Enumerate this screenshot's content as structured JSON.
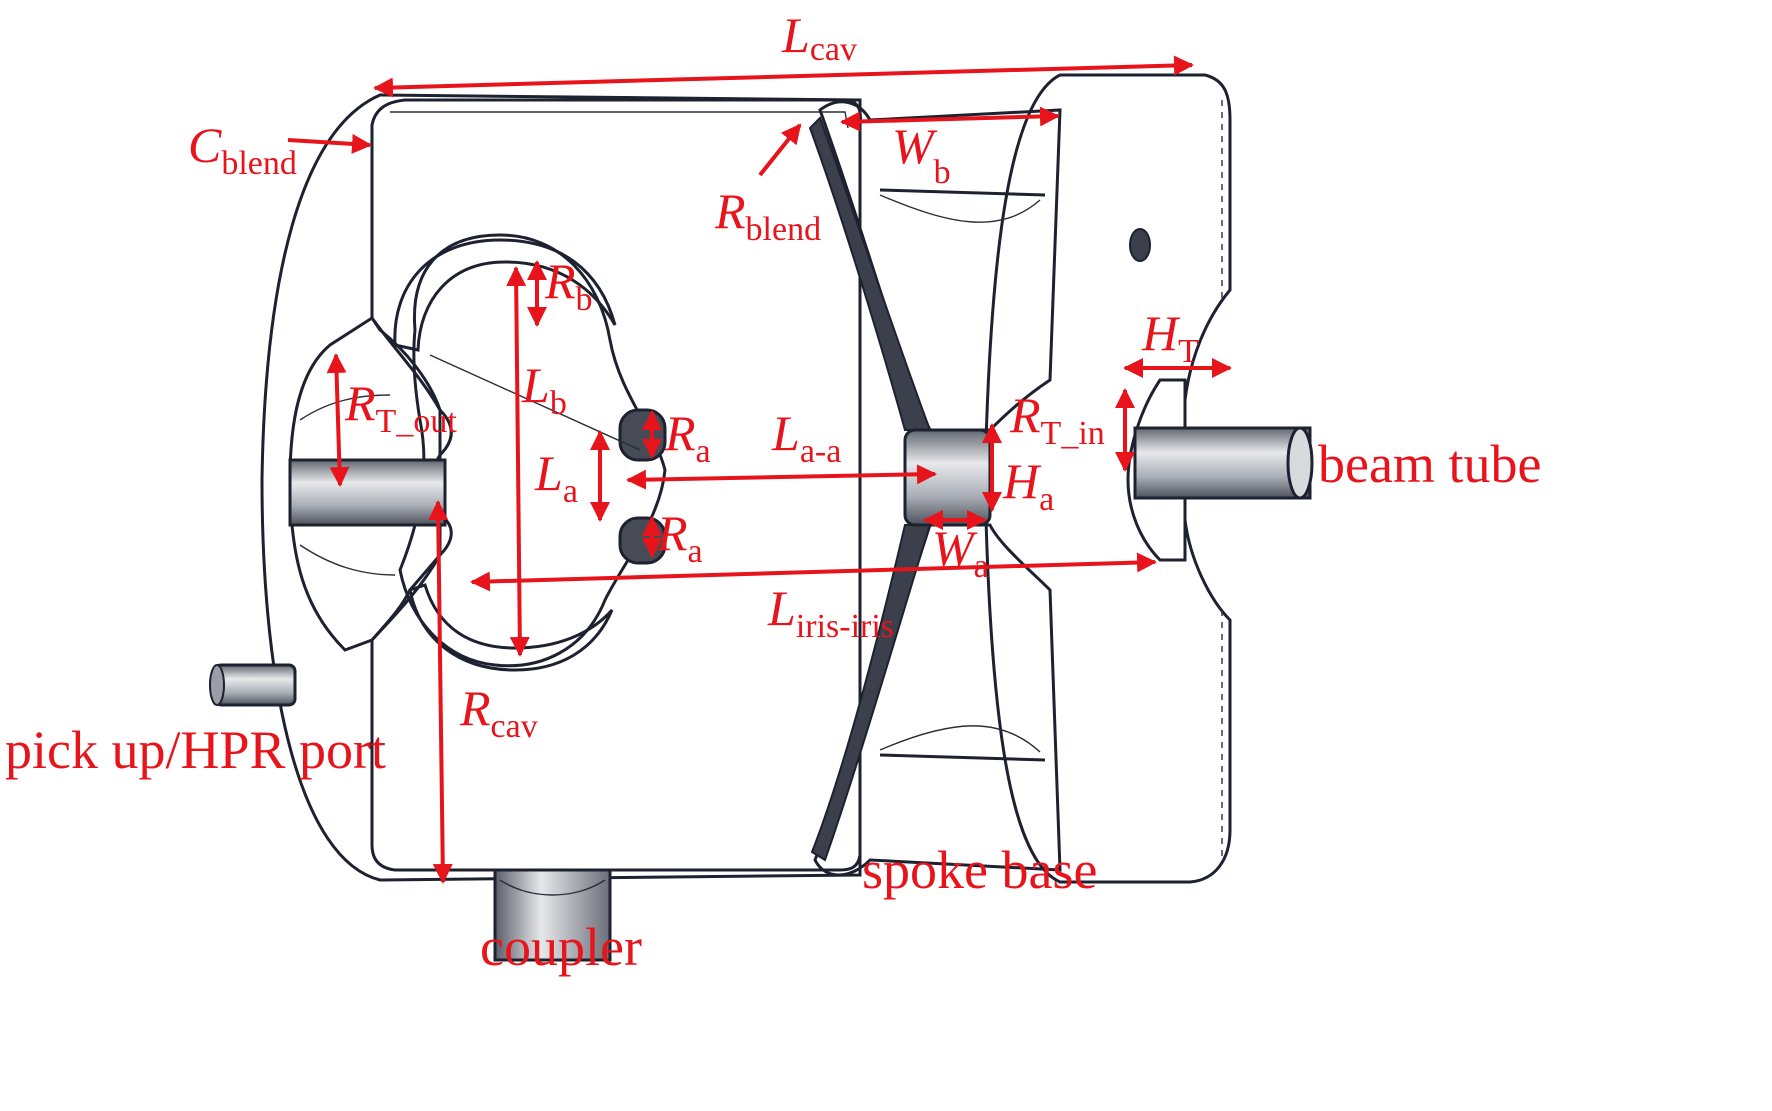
{
  "labels": {
    "L_cav": {
      "main": "L",
      "sub": "cav"
    },
    "C_blend": {
      "main": "C",
      "sub": "blend"
    },
    "W_b": {
      "main": "W",
      "sub": "b"
    },
    "R_blend": {
      "main": "R",
      "sub": "blend"
    },
    "R_b": {
      "main": "R",
      "sub": "b"
    },
    "L_b": {
      "main": "L",
      "sub": "b"
    },
    "R_T_out": {
      "main": "R",
      "sub": "T_out"
    },
    "R_a_top": {
      "main": "R",
      "sub": "a"
    },
    "L_a_a": {
      "main": "L",
      "sub": "a-a"
    },
    "R_T_in": {
      "main": "R",
      "sub": "T_in"
    },
    "H_T": {
      "main": "H",
      "sub": "T"
    },
    "L_a": {
      "main": "L",
      "sub": "a"
    },
    "H_a": {
      "main": "H",
      "sub": "a"
    },
    "R_a_bottom": {
      "main": "R",
      "sub": "a"
    },
    "W_a": {
      "main": "W",
      "sub": "a"
    },
    "L_iris_iris": {
      "main": "L",
      "sub": "iris-iris"
    },
    "R_cav": {
      "main": "R",
      "sub": "cav"
    }
  },
  "components": {
    "beam_tube": "beam tube",
    "pickup_port": "pick up/HPR port",
    "spoke_base": "spoke base",
    "coupler": "coupler"
  },
  "colors": {
    "annotation": "#e8141c",
    "cavity_body": "#8c909c",
    "cavity_dark": "#3c404c",
    "highlight": "#f0f2f4"
  }
}
